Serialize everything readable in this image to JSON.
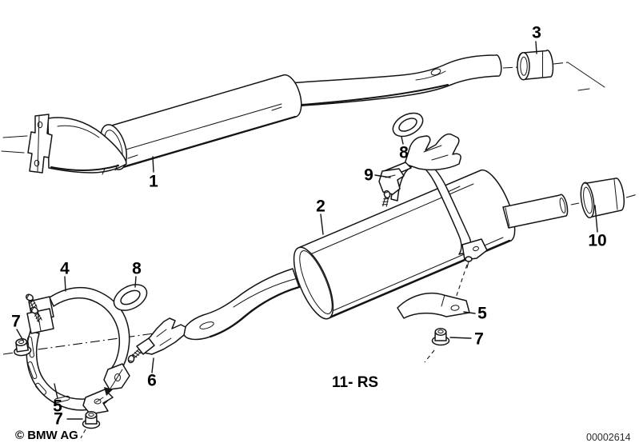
{
  "colors": {
    "background": "#ffffff",
    "line": "#141414",
    "text": "#000000"
  },
  "callouts": {
    "c1": "1",
    "c2": "2",
    "c3": "3",
    "c4": "4",
    "c5_left": "5",
    "c5_right": "5",
    "c6": "6",
    "c7_left": "7",
    "c7_bottom": "7",
    "c7_right": "7",
    "c8_left": "8",
    "c8_right": "8",
    "c9": "9",
    "c10": "10"
  },
  "variant_label": "11- RS",
  "footer": {
    "copyright": "© BMW AG",
    "document_number": "00002614"
  }
}
